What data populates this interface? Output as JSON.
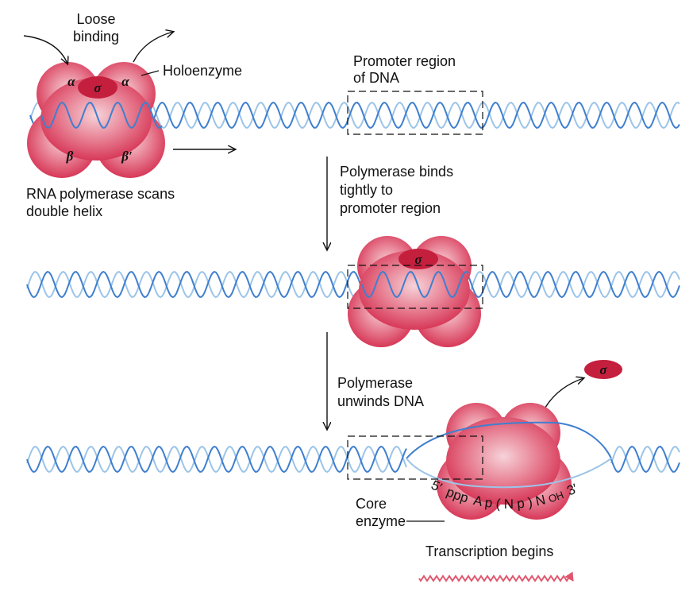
{
  "labels": {
    "loose_binding_1": "Loose",
    "loose_binding_2": "binding",
    "holoenzyme": "Holoenzyme",
    "promoter_1": "Promoter region",
    "promoter_2": "of DNA",
    "scans_1": "RNA polymerase scans",
    "scans_2": "double helix",
    "binds_1": "Polymerase binds",
    "binds_2": "tightly to",
    "binds_3": "promoter region",
    "unwinds_1": "Polymerase",
    "unwinds_2": "unwinds DNA",
    "core_1": "Core",
    "core_2": "enzyme",
    "transcription": "Transcription begins"
  },
  "subunits": {
    "alpha": "α",
    "sigma": "σ",
    "beta": "β",
    "beta_prime": "β′"
  },
  "rna_sequence": [
    "5′",
    "ppp",
    "A",
    "p",
    "(",
    "N",
    "p",
    ")",
    "N",
    "OH",
    "3′"
  ],
  "colors": {
    "enzyme": "#d83a55",
    "enzyme_light": "#f2c6cd",
    "sigma": "#c51f3e",
    "dna_strand_dark": "#3f7fcf",
    "dna_strand_light": "#9cc4e8",
    "rna_wave": "#e0566e"
  }
}
